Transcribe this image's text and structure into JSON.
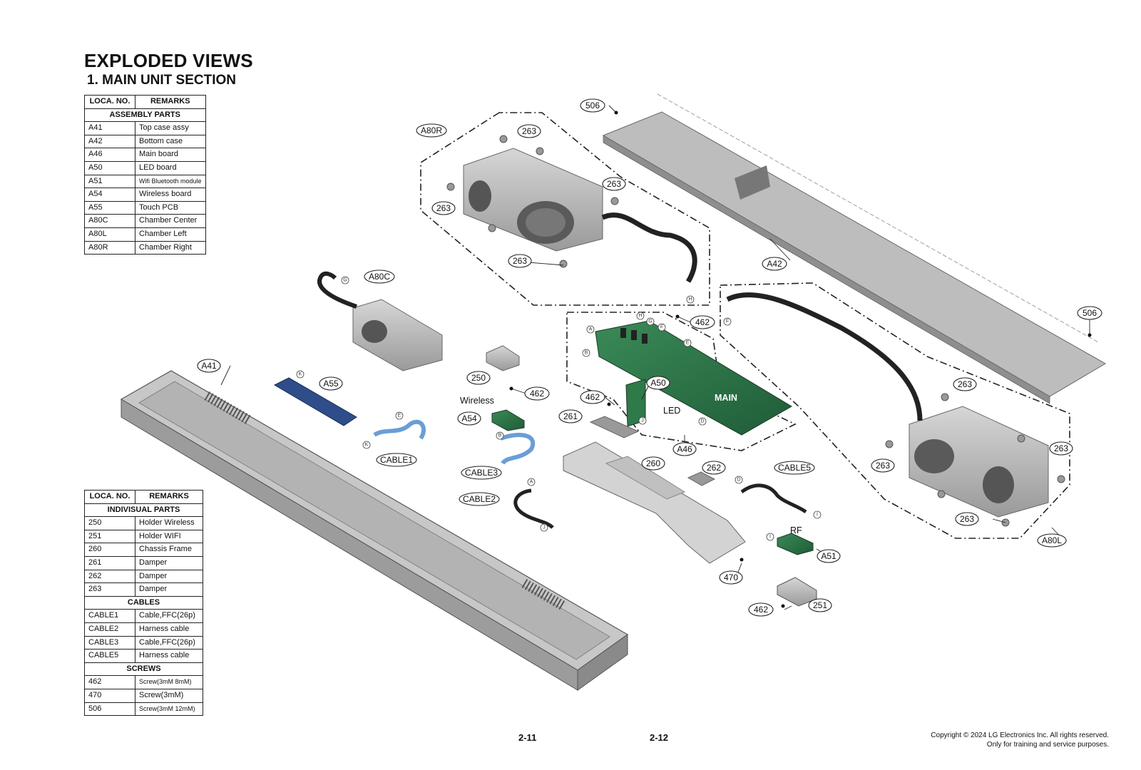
{
  "header": {
    "title": "EXPLODED VIEWS",
    "subtitle": "1. MAIN UNIT SECTION"
  },
  "assembly_table": {
    "col1_header": "LOCA. NO.",
    "col2_header": "REMARKS",
    "section": "ASSEMBLY PARTS",
    "rows": [
      {
        "loc": "A41",
        "remark": "Top case assy"
      },
      {
        "loc": "A42",
        "remark": "Bottom case"
      },
      {
        "loc": "A46",
        "remark": "Main board"
      },
      {
        "loc": "A50",
        "remark": "LED board"
      },
      {
        "loc": "A51",
        "remark": "Wifi Bluetooth module"
      },
      {
        "loc": "A54",
        "remark": "Wireless board"
      },
      {
        "loc": "A55",
        "remark": "Touch PCB"
      },
      {
        "loc": "A80C",
        "remark": "Chamber Center"
      },
      {
        "loc": "A80L",
        "remark": "Chamber Left"
      },
      {
        "loc": "A80R",
        "remark": "Chamber Right"
      }
    ]
  },
  "individual_table": {
    "col1_header": "LOCA. NO.",
    "col2_header": "REMARKS",
    "sections": [
      {
        "title": "INDIVISUAL PARTS",
        "rows": [
          {
            "loc": "250",
            "remark": "Holder Wireless"
          },
          {
            "loc": "251",
            "remark": "Holder WIFI"
          },
          {
            "loc": "260",
            "remark": "Chassis Frame"
          },
          {
            "loc": "261",
            "remark": "Damper"
          },
          {
            "loc": "262",
            "remark": "Damper"
          },
          {
            "loc": "263",
            "remark": "Damper"
          }
        ]
      },
      {
        "title": "CABLES",
        "rows": [
          {
            "loc": "CABLE1",
            "remark": "Cable,FFC(26p)"
          },
          {
            "loc": "CABLE2",
            "remark": "Harness cable"
          },
          {
            "loc": "CABLE3",
            "remark": "Cable,FFC(26p)"
          },
          {
            "loc": "CABLE5",
            "remark": "Harness cable"
          }
        ]
      },
      {
        "title": "SCREWS",
        "rows": [
          {
            "loc": "462",
            "remark": "Screw(3mM 8mM)"
          },
          {
            "loc": "470",
            "remark": "Screw(3mM)"
          },
          {
            "loc": "506",
            "remark": "Screw(3mM 12mM)"
          }
        ]
      }
    ]
  },
  "diagram": {
    "callouts": {
      "c506a": "506",
      "c506b": "506",
      "a80r": "A80R",
      "a80c": "A80C",
      "a80l": "A80L",
      "a42": "A42",
      "a41": "A41",
      "a46": "A46",
      "a50": "A50",
      "a51": "A51",
      "a54": "A54",
      "a55": "A55",
      "c263a": "263",
      "c263b": "263",
      "c263c": "263",
      "c263d": "263",
      "c263e": "263",
      "c263f": "263",
      "c263g": "263",
      "c462a": "462",
      "c462b": "462",
      "c462c": "462",
      "c462d": "462",
      "c250": "250",
      "c251": "251",
      "c260": "260",
      "c261": "261",
      "c262": "262",
      "c470": "470",
      "cable1": "CABLE1",
      "cable2": "CABLE2",
      "cable3": "CABLE3",
      "cable5": "CABLE5"
    },
    "labels": {
      "wireless": "Wireless",
      "main": "MAIN",
      "led": "LED",
      "rf": "RF"
    },
    "connector_letters": {
      "g1": "G",
      "h1": "H",
      "h2": "H",
      "g2": "G",
      "f1": "F",
      "f2": "F",
      "a1": "A",
      "a2": "A",
      "b1": "B",
      "b2": "B",
      "e1": "E",
      "e2": "E",
      "d1": "D",
      "d2": "D",
      "j1": "J",
      "j2": "J",
      "k1": "K",
      "k2": "K",
      "i1": "I",
      "i2": "I"
    }
  },
  "footer": {
    "page_left": "2-11",
    "page_right": "2-12",
    "copyright_line1": "Copyright © 2024 LG Electronics Inc. All rights reserved.",
    "copyright_line2": "Only for training and service purposes."
  }
}
